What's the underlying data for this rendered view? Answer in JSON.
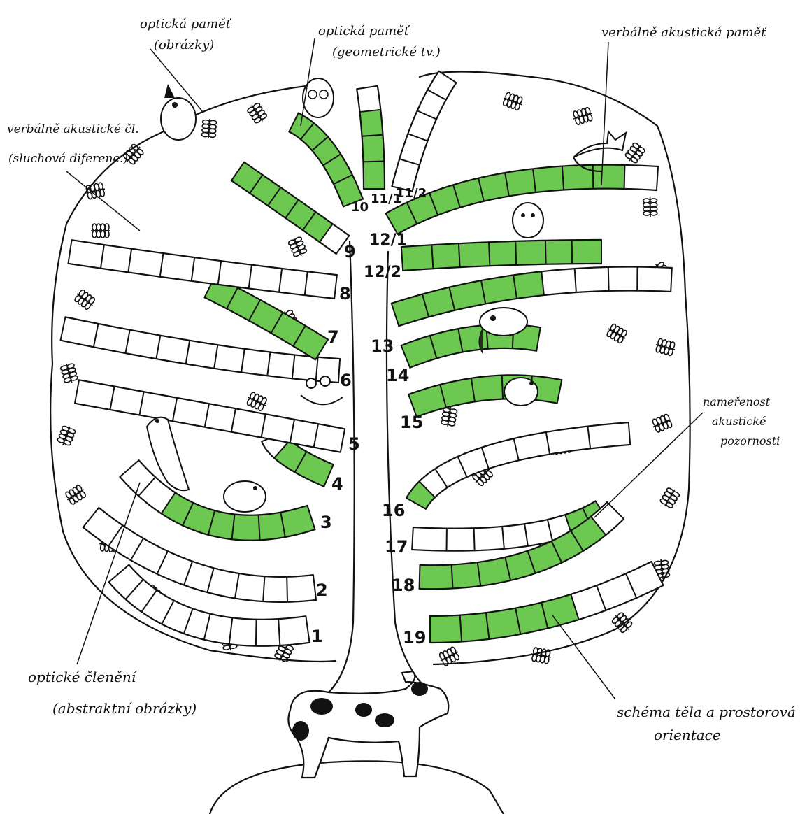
{
  "colors": {
    "green": "#6cc851",
    "ink": "#111111",
    "paper": "#ffffff"
  },
  "labels": {
    "top_left": [
      "optická paměť",
      "(obrázky)"
    ],
    "top_center": [
      "optická paměť",
      "(geometrické tv.)"
    ],
    "top_right": [
      "verbálně akustická paměť"
    ],
    "left_upper": [
      "verbálně akustické čl.",
      "(sluchová diferenc.)"
    ],
    "right_middle": [
      "nameřenost",
      "akustické",
      "pozornosti"
    ],
    "bottom_left": [
      "optické členění",
      "(abstraktní obrázky)"
    ],
    "bottom_right": [
      "schéma těla a prostorová",
      "orientace"
    ]
  },
  "branch_numbers": [
    "1",
    "2",
    "3",
    "4",
    "5",
    "6",
    "7",
    "8",
    "9",
    "10",
    "11/1",
    "11/2",
    "12/1",
    "12/2",
    "13",
    "14",
    "15",
    "16",
    "17",
    "18",
    "19"
  ],
  "icons": {
    "tree": "tree-icon",
    "dog": "dog-icon",
    "birds": "bird-icon",
    "owl": "owl-icon",
    "cat": "cat-icon",
    "leaves": "leaf-icon"
  }
}
